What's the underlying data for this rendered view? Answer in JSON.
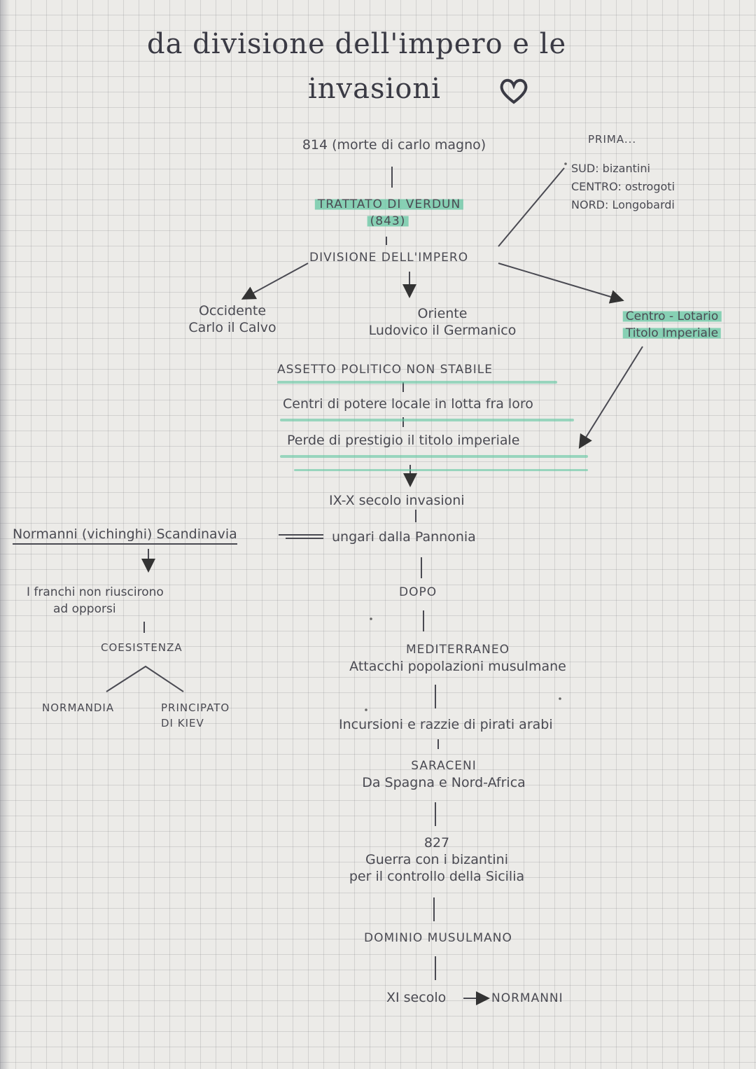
{
  "title": {
    "line1": "da divisione dell'impero e le",
    "line2": "invasioni"
  },
  "nodes": {
    "n814": "814 (morte di carlo magno)",
    "trattato_1": "TRATTATO DI VERDUN",
    "trattato_2": "(843)",
    "divisione": "DIVISIONE DELL'IMPERO",
    "occ_1": "Occidente",
    "occ_2": "Carlo il Calvo",
    "ori_1": "Oriente",
    "ori_2": "Ludovico il Germanico",
    "centro_1": "Centro - Lotario",
    "centro_2": "Titolo Imperiale",
    "prima_head": "PRIMA...",
    "prima_1": "SUD: bizantini",
    "prima_2": "CENTRO: ostrogoti",
    "prima_3": "NORD: Longobardi",
    "assetto": "ASSETTO POLITICO NON STABILE",
    "centri": "Centri di potere locale in lotta fra loro",
    "perde": "Perde di prestigio il titolo imperiale",
    "secolo": "IX-X secolo invasioni",
    "normanni": "Normanni (vichinghi) Scandinavia",
    "ungari": "ungari dalla Pannonia",
    "franchi_1": "I franchi non riuscirono",
    "franchi_2": "ad opporsi",
    "coesistenza": "COESISTENZA",
    "normandia": "NORMANDIA",
    "principato_1": "PRINCIPATO",
    "principato_2": "DI KIEV",
    "dopo": "DOPO",
    "medit_1": "MEDITERRANEO",
    "medit_2": "Attacchi popolazioni musulmane",
    "incursioni": "Incursioni e razzie di pirati arabi",
    "saraceni_1": "SARACENI",
    "saraceni_2": "Da Spagna e Nord-Africa",
    "y827": "827",
    "guerra_1": "Guerra con i bizantini",
    "guerra_2": "per il controllo della Sicilia",
    "dominio": "DOMINIO MUSULMANO",
    "xi": "XI secolo",
    "normanni_end": "NORMANNI"
  },
  "colors": {
    "ink": "#4a4a52",
    "highlight": "#60c6a0",
    "paper": "#ecebe8",
    "grid": "#8a8a90"
  },
  "icons": [
    "heart-icon",
    "arrow-down-icon",
    "arrow-right-icon"
  ]
}
